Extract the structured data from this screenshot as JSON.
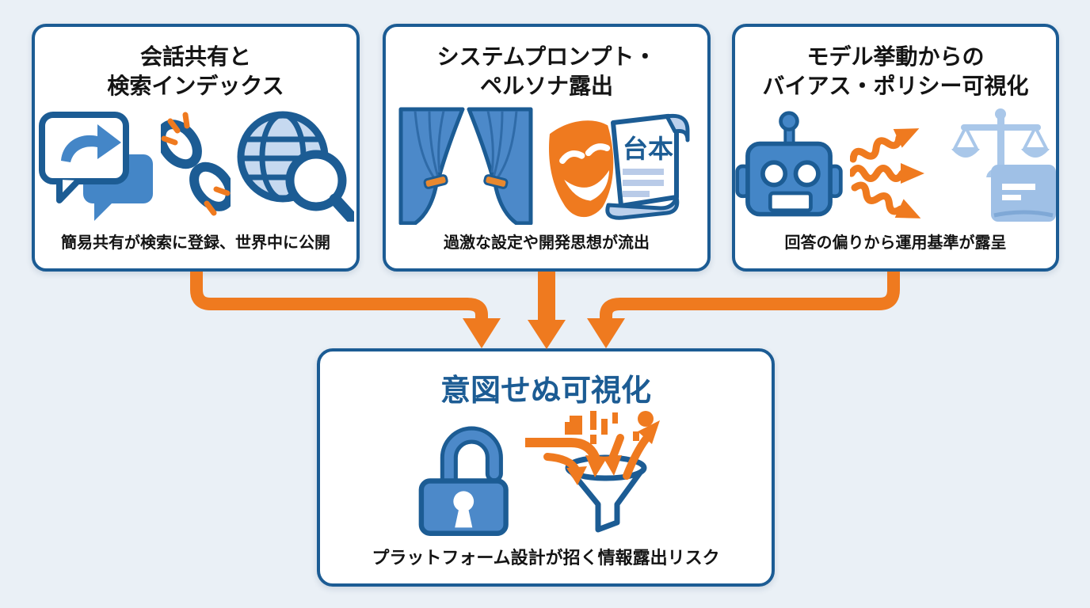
{
  "palette": {
    "background": "#EAF0F6",
    "card_background": "#FFFFFF",
    "border_blue": "#1C5C94",
    "accent_blue": "#4486C7",
    "light_blue": "#B9CFEC",
    "orange": "#EF7A1F",
    "text_black": "#141414",
    "bottom_title_blue": "#1C5C94"
  },
  "cards": {
    "share": {
      "title_line1": "会話共有と",
      "title_line2": "検索インデックス",
      "caption": "簡易共有が検索に登録、世界中に公開",
      "icons": [
        "chat-share-icon",
        "broken-link-icon",
        "globe-search-icon"
      ]
    },
    "prompt": {
      "title_line1": "システムプロンプト・",
      "title_line2": "ペルソナ露出",
      "caption": "過激な設定や開発思想が流出",
      "scroll_label": "台本",
      "icons": [
        "curtains-icon",
        "comedy-mask-icon",
        "script-scroll-icon"
      ]
    },
    "model": {
      "title_line1": "モデル挙動からの",
      "title_line2": "バイアス・ポリシー可視化",
      "caption": "回答の偏りから運用基準が露呈",
      "icons": [
        "robot-icon",
        "wavy-arrows-icon",
        "scales-book-icon"
      ]
    },
    "result": {
      "title": "意図せぬ可視化",
      "caption": "プラットフォーム設計が招く情報露出リスク",
      "icons": [
        "open-padlock-icon",
        "data-leak-funnel-icon"
      ]
    }
  }
}
